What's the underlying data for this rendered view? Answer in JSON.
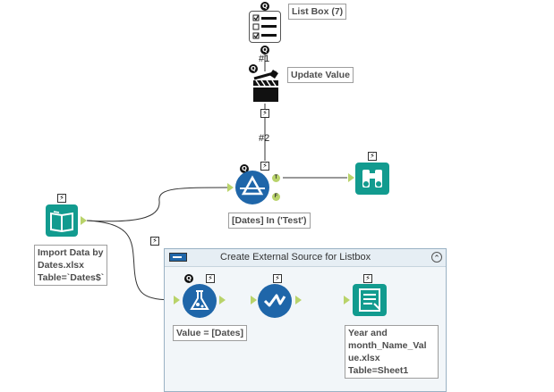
{
  "canvas": {
    "container": {
      "title": "Create External Source for Listbox",
      "collapse_symbol": "⌃"
    },
    "tools": {
      "list_box": {
        "label": "List Box (7)"
      },
      "update_value": {
        "label": "Update Value"
      },
      "filter": {
        "label": "[Dates] In ('Test')",
        "true_anchor": "T",
        "false_anchor": "F"
      },
      "import": {
        "label_lines": [
          "Import Data by",
          "Dates.xlsx",
          "Table=`Dates$`"
        ]
      },
      "formula": {
        "label": "Value = [Dates]"
      },
      "output": {
        "label_lines": [
          "Year and",
          "month_Name_Val",
          "ue.xlsx",
          "Table=Sheet1"
        ]
      }
    },
    "connections": {
      "c1": "#1",
      "c2": "#2"
    },
    "badges": {
      "question": "Q",
      "bolt": "⚡"
    }
  },
  "colors": {
    "tool_blue": "#1f66a9",
    "tool_teal": "#129b8f",
    "anchor_green": "#b9d36a",
    "container_border": "#9ab2c4"
  }
}
